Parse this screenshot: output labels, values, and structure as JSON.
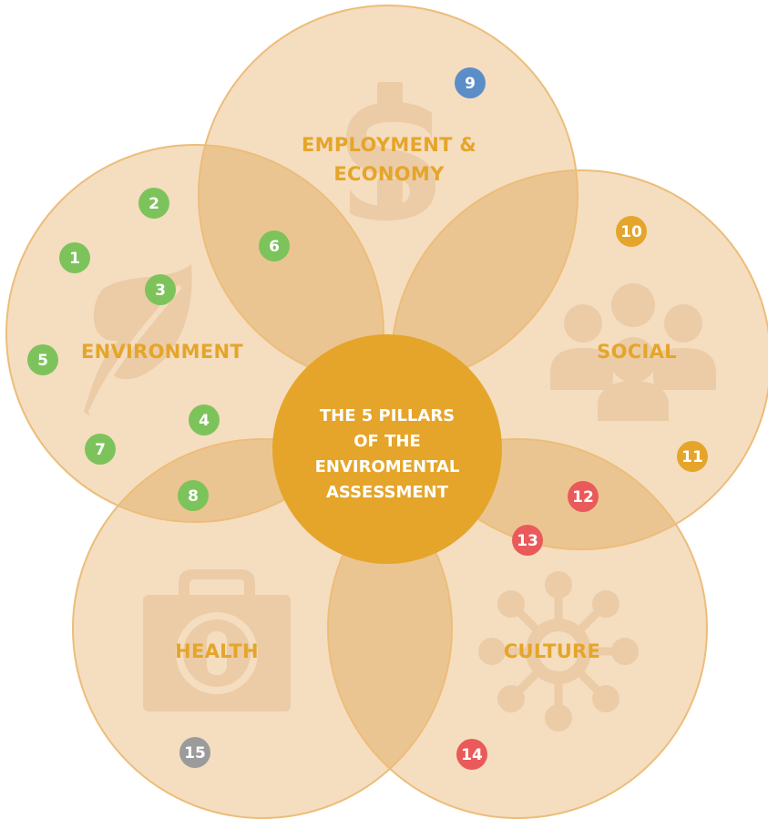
{
  "colors": {
    "circle_fill": "#f5ddc0",
    "circle_stroke": "#ecbd79",
    "overlap_fill": "#ebc591",
    "icon_fill": "#ebcca6",
    "label_color": "#e5a52a",
    "center_fill": "#e5a52a",
    "center_text": "#ffffff",
    "badge_text": "#ffffff"
  },
  "center": {
    "lines": [
      "THE 5 PILLARS",
      "OF THE",
      "ENVIROMENTAL",
      "ASSESSMENT"
    ]
  },
  "pillars": [
    {
      "id": "environment",
      "lines": [
        "ENVIRONMENT"
      ],
      "icon": "leaf-icon"
    },
    {
      "id": "employment",
      "lines": [
        "EMPLOYMENT &",
        "ECONOMY"
      ],
      "icon": "dollar-icon"
    },
    {
      "id": "social",
      "lines": [
        "SOCIAL"
      ],
      "icon": "people-icon"
    },
    {
      "id": "culture",
      "lines": [
        "CULTURE"
      ],
      "icon": "network-icon"
    },
    {
      "id": "health",
      "lines": [
        "HEALTH"
      ],
      "icon": "first-aid-kit-icon"
    }
  ],
  "badges": [
    {
      "label": "1",
      "color": "#7dc35b"
    },
    {
      "label": "2",
      "color": "#7dc35b"
    },
    {
      "label": "3",
      "color": "#7dc35b"
    },
    {
      "label": "4",
      "color": "#7dc35b"
    },
    {
      "label": "5",
      "color": "#7dc35b"
    },
    {
      "label": "6",
      "color": "#7dc35b"
    },
    {
      "label": "7",
      "color": "#7dc35b"
    },
    {
      "label": "8",
      "color": "#7dc35b"
    },
    {
      "label": "9",
      "color": "#5b8ec7"
    },
    {
      "label": "10",
      "color": "#e5a52a"
    },
    {
      "label": "11",
      "color": "#e5a52a"
    },
    {
      "label": "12",
      "color": "#ea5a5a"
    },
    {
      "label": "13",
      "color": "#ea5a5a"
    },
    {
      "label": "14",
      "color": "#ea5a5a"
    },
    {
      "label": "15",
      "color": "#9b9b9b"
    }
  ]
}
